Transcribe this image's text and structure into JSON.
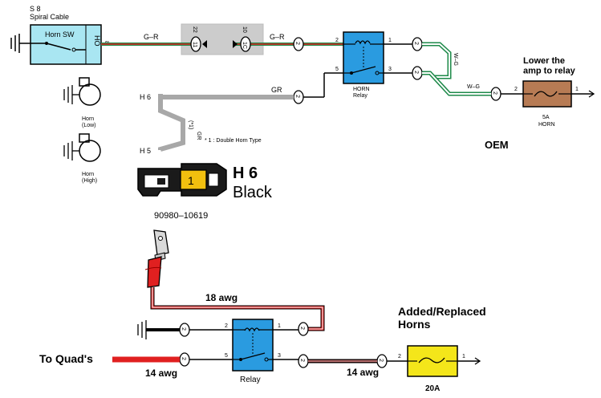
{
  "colors": {
    "relay_fill": "#2a9be0",
    "fuse_oem_fill": "#b77b54",
    "fuse_added_fill": "#f4e61a",
    "switch_fill": "#a9e6f2",
    "connector_fill": "#f2c00f",
    "wire_red": "#e02020",
    "wire_green": "#1e8a4a",
    "wire_gray": "#a8a8a8"
  },
  "top_circuit": {
    "s8_label": "S 8",
    "spiral_label": "Spiral Cable",
    "horn_sw_label": "Horn SW",
    "ho_label": "HO",
    "sw_pin": "8",
    "wire_gr1": "G–R",
    "wire_gr2": "G–R",
    "conn_22": "22",
    "conn_11": "11",
    "conn_10": "10",
    "conn_1c": "1C",
    "wire_gr_gray": "GR",
    "h6_top": "H 6",
    "h5_bottom": "H 5",
    "footnote_mark": "(*1)",
    "footnote_wire": "GR",
    "footnote_text": "* 1 : Double Horn Type",
    "horn_low_label": "Horn\n(Low)",
    "horn_high_label": "Horn\n(High)",
    "relay_label": "HORN\nRelay",
    "relay_pin_tl": "2",
    "relay_pin_tr": "1",
    "relay_pin_bl": "5",
    "relay_pin_br": "3",
    "wire_wg1": "W–G",
    "wire_wg2": "W–G",
    "fuse_amp": "5A",
    "fuse_name": "HORN",
    "fuse_pin_in": "1",
    "fuse_pin_out": "2",
    "lower_amp_note": "Lower the\namp to relay",
    "oem_label": "OEM",
    "conn_pin_2": "2"
  },
  "connector_h6": {
    "pin_number": "1",
    "name": "H 6",
    "color": "Black",
    "part_number": "90980–10619"
  },
  "bottom_circuit": {
    "wire_18awg": "18 awg",
    "to_quads": "To Quad's",
    "wire_14awg_left": "14 awg",
    "wire_14awg_right": "14 awg",
    "relay_label": "Relay",
    "relay_pin_tl": "2",
    "relay_pin_tr": "1",
    "relay_pin_bl": "5",
    "relay_pin_br": "3",
    "added_horns": "Added/Replaced\nHorns",
    "fuse_amp": "20A",
    "fuse_pin_in": "1",
    "fuse_pin_out": "2",
    "conn_pin_2": "2"
  }
}
